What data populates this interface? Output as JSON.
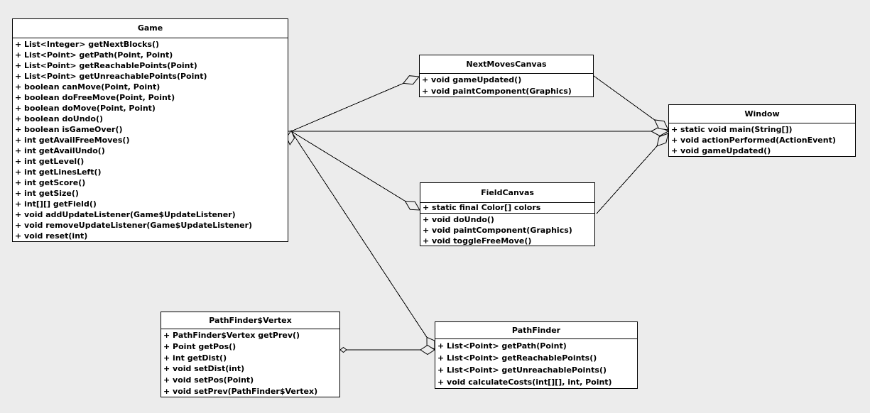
{
  "page": {
    "background": "#ececec"
  },
  "diagram": {
    "type": "uml-class-diagram",
    "colors": {
      "box_fill": "#ffffff",
      "border": "#000000",
      "connector": "#000000",
      "diamond_fill": "#ececec"
    },
    "classes": [
      {
        "id": "game",
        "title": "Game",
        "fields": [],
        "methods": [
          "+ List<Integer> getNextBlocks()",
          "+ List<Point> getPath(Point, Point)",
          "+ List<Point> getReachablePoints(Point)",
          "+ List<Point> getUnreachablePoints(Point)",
          "+ boolean canMove(Point, Point)",
          "+ boolean doFreeMove(Point, Point)",
          "+ boolean doMove(Point, Point)",
          "+ boolean doUndo()",
          "+ boolean isGameOver()",
          "+ int getAvailFreeMoves()",
          "+ int getAvailUndo()",
          "+ int getLevel()",
          "+ int getLinesLeft()",
          "+ int getScore()",
          "+ int getSize()",
          "+ int[][] getField()",
          "+ void addUpdateListener(Game$UpdateListener)",
          "+ void removeUpdateListener(Game$UpdateListener)",
          "+ void reset(int)"
        ]
      },
      {
        "id": "next_moves_canvas",
        "title": "NextMovesCanvas",
        "fields": [],
        "methods": [
          "+ void gameUpdated()",
          "+ void paintComponent(Graphics)"
        ]
      },
      {
        "id": "window",
        "title": "Window",
        "fields": [],
        "methods": [
          "+ static void main(String[])",
          "+ void actionPerformed(ActionEvent)",
          "+ void gameUpdated()"
        ]
      },
      {
        "id": "field_canvas",
        "title": "FieldCanvas",
        "fields": [
          "+ static final Color[] colors"
        ],
        "methods": [
          "+ void doUndo()",
          "+ void paintComponent(Graphics)",
          "+ void toggleFreeMove()"
        ]
      },
      {
        "id": "path_finder_vertex",
        "title": "PathFinder$Vertex",
        "fields": [],
        "methods": [
          "+ PathFinder$Vertex getPrev()",
          "+ Point getPos()",
          "+ int getDist()",
          "+ void setDist(int)",
          "+ void setPos(Point)",
          "+ void setPrev(PathFinder$Vertex)"
        ]
      },
      {
        "id": "path_finder",
        "title": "PathFinder",
        "fields": [],
        "methods": [
          "+ List<Point> getPath(Point)",
          "+ List<Point> getReachablePoints()",
          "+ List<Point> getUnreachablePoints()",
          "+ void calculateCosts(int[][], int, Point)"
        ]
      }
    ],
    "relationships": [
      {
        "from": "Game",
        "to": "Window",
        "type": "aggregation",
        "diamond_at": "Window"
      },
      {
        "from": "NextMovesCanvas",
        "to": "Window",
        "type": "aggregation",
        "diamond_at": "Window"
      },
      {
        "from": "FieldCanvas",
        "to": "Window",
        "type": "aggregation",
        "diamond_at": "Window"
      },
      {
        "from": "Game",
        "to": "NextMovesCanvas",
        "type": "aggregation",
        "diamond_at": "NextMovesCanvas"
      },
      {
        "from": "Game",
        "to": "FieldCanvas",
        "type": "aggregation",
        "diamond_at": "FieldCanvas"
      },
      {
        "from": "Game",
        "to": "PathFinder",
        "type": "aggregation",
        "diamond_at": "PathFinder"
      },
      {
        "from": "PathFinder$Vertex",
        "to": "PathFinder",
        "type": "aggregation",
        "diamond_at": "PathFinder"
      }
    ]
  }
}
